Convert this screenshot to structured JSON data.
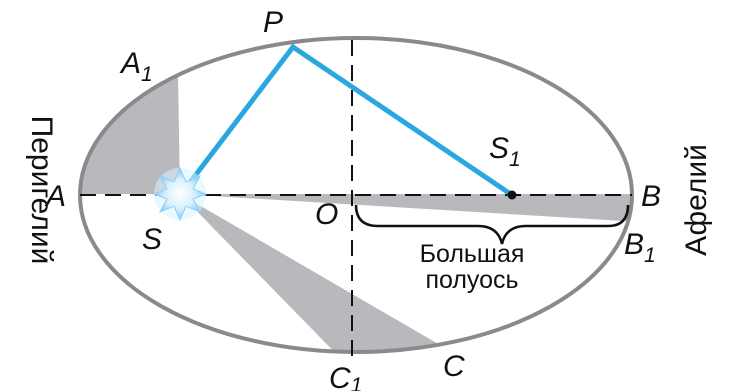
{
  "points": {
    "P": "P",
    "A": "A",
    "A1": {
      "base": "A",
      "sub": "1"
    },
    "S": "S",
    "S1": {
      "base": "S",
      "sub": "1"
    },
    "O": "O",
    "B": "B",
    "B1": {
      "base": "B",
      "sub": "1"
    },
    "C": "C",
    "C1": {
      "base": "C",
      "sub": "1"
    }
  },
  "labels": {
    "perihelion": "Перигелий",
    "aphelion": "Афелий",
    "semi_major_axis_line1": "Большая",
    "semi_major_axis_line2": "полуось"
  },
  "colors": {
    "ellipse_stroke": "#8a8a8a",
    "sector_fill": "#b9b9bd",
    "radius_line": "#2aa7df",
    "axis_dash": "#111111",
    "sun_glow": "#bfe6ff"
  }
}
